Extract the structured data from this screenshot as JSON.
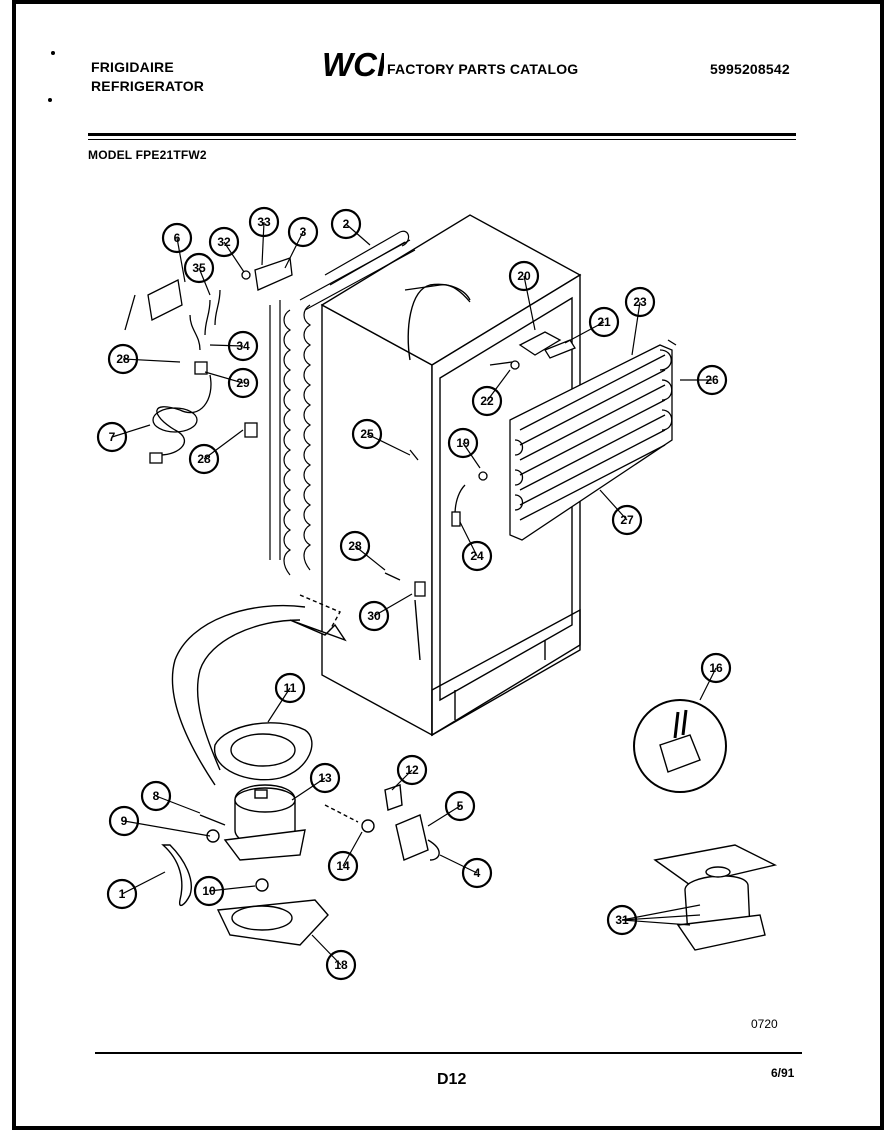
{
  "header": {
    "brand_line1": "FRIGIDAIRE",
    "brand_line2": "REFRIGERATOR",
    "logo_text": "WCI",
    "catalog_title": "FACTORY PARTS CATALOG",
    "part_number": "5995208542",
    "model": "MODEL FPE21TFW2"
  },
  "footer": {
    "drawing_code": "0720",
    "page_code": "D12",
    "date": "6/91"
  },
  "callouts": [
    "6",
    "33",
    "32",
    "3",
    "2",
    "35",
    "28",
    "34",
    "29",
    "7",
    "28",
    "20",
    "21",
    "23",
    "26",
    "22",
    "19",
    "25",
    "24",
    "27",
    "28",
    "30",
    "11",
    "16",
    "13",
    "12",
    "8",
    "5",
    "9",
    "14",
    "4",
    "1",
    "10",
    "31",
    "18"
  ]
}
